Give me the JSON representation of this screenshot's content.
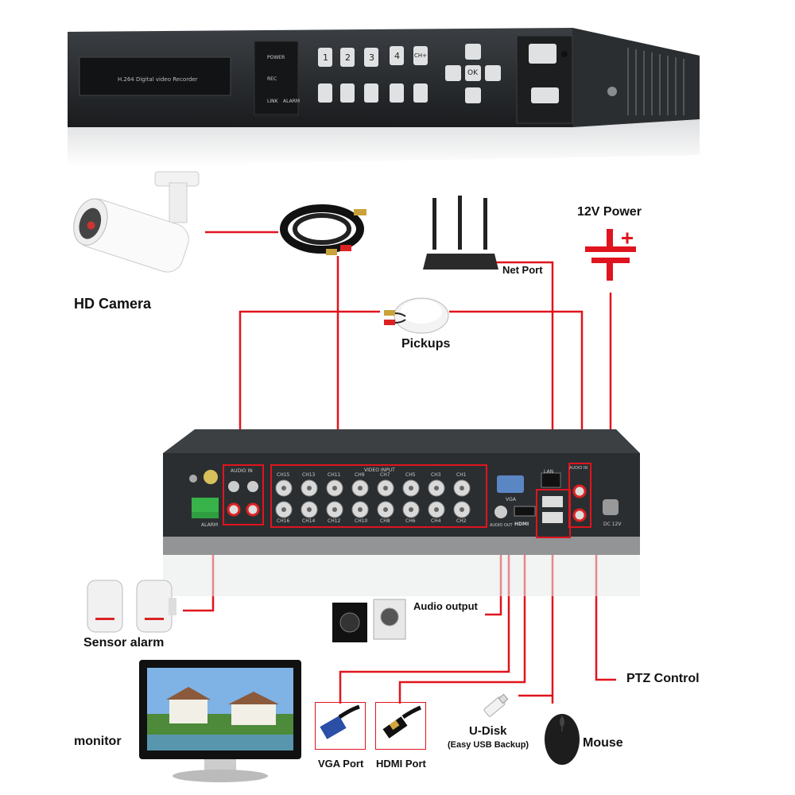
{
  "front_panel": {
    "model_label": "H.264 Digital video Recorder",
    "leds": [
      "POWER",
      "REC",
      "LINK",
      "ALARM"
    ],
    "number_buttons": [
      "1",
      "2",
      "3",
      "4"
    ],
    "channel_button": "CH+",
    "nav_ok": "OK"
  },
  "rear_panel": {
    "audio_in_left_label": "AUDIO IN",
    "audio_in_right_label": "AUDIO IN",
    "video_input_label": "VIDEO INPUT",
    "video_top_channels": [
      "CH15",
      "CH13",
      "CH11",
      "CH9",
      "CH7",
      "CH5",
      "CH3",
      "CH1"
    ],
    "video_bottom_channels": [
      "CH16",
      "CH14",
      "CH12",
      "CH10",
      "CH8",
      "CH6",
      "CH4",
      "CH2"
    ],
    "alarm_label": "ALARM",
    "vga_label": "VGA",
    "audio_out_label": "AUDIO OUT",
    "hdmi_label": "HDMI",
    "lan_label": "LAN",
    "dc_label": "DC 12V"
  },
  "labels": {
    "hd_camera": "HD Camera",
    "power": "12V Power",
    "net_port": "Net Port",
    "pickups": "Pickups",
    "sensor_alarm": "Sensor alarm",
    "audio_output": "Audio output",
    "ptz_control": "PTZ Control",
    "monitor": "monitor",
    "vga_port": "VGA Port",
    "hdmi_port": "HDMI Port",
    "u_disk": "U-Disk",
    "u_disk_note": "(Easy USB Backup)",
    "mouse": "Mouse"
  },
  "colors": {
    "wire": "#e0141e",
    "device_body": "#2a2d30",
    "device_front": "#1b1d1f"
  }
}
